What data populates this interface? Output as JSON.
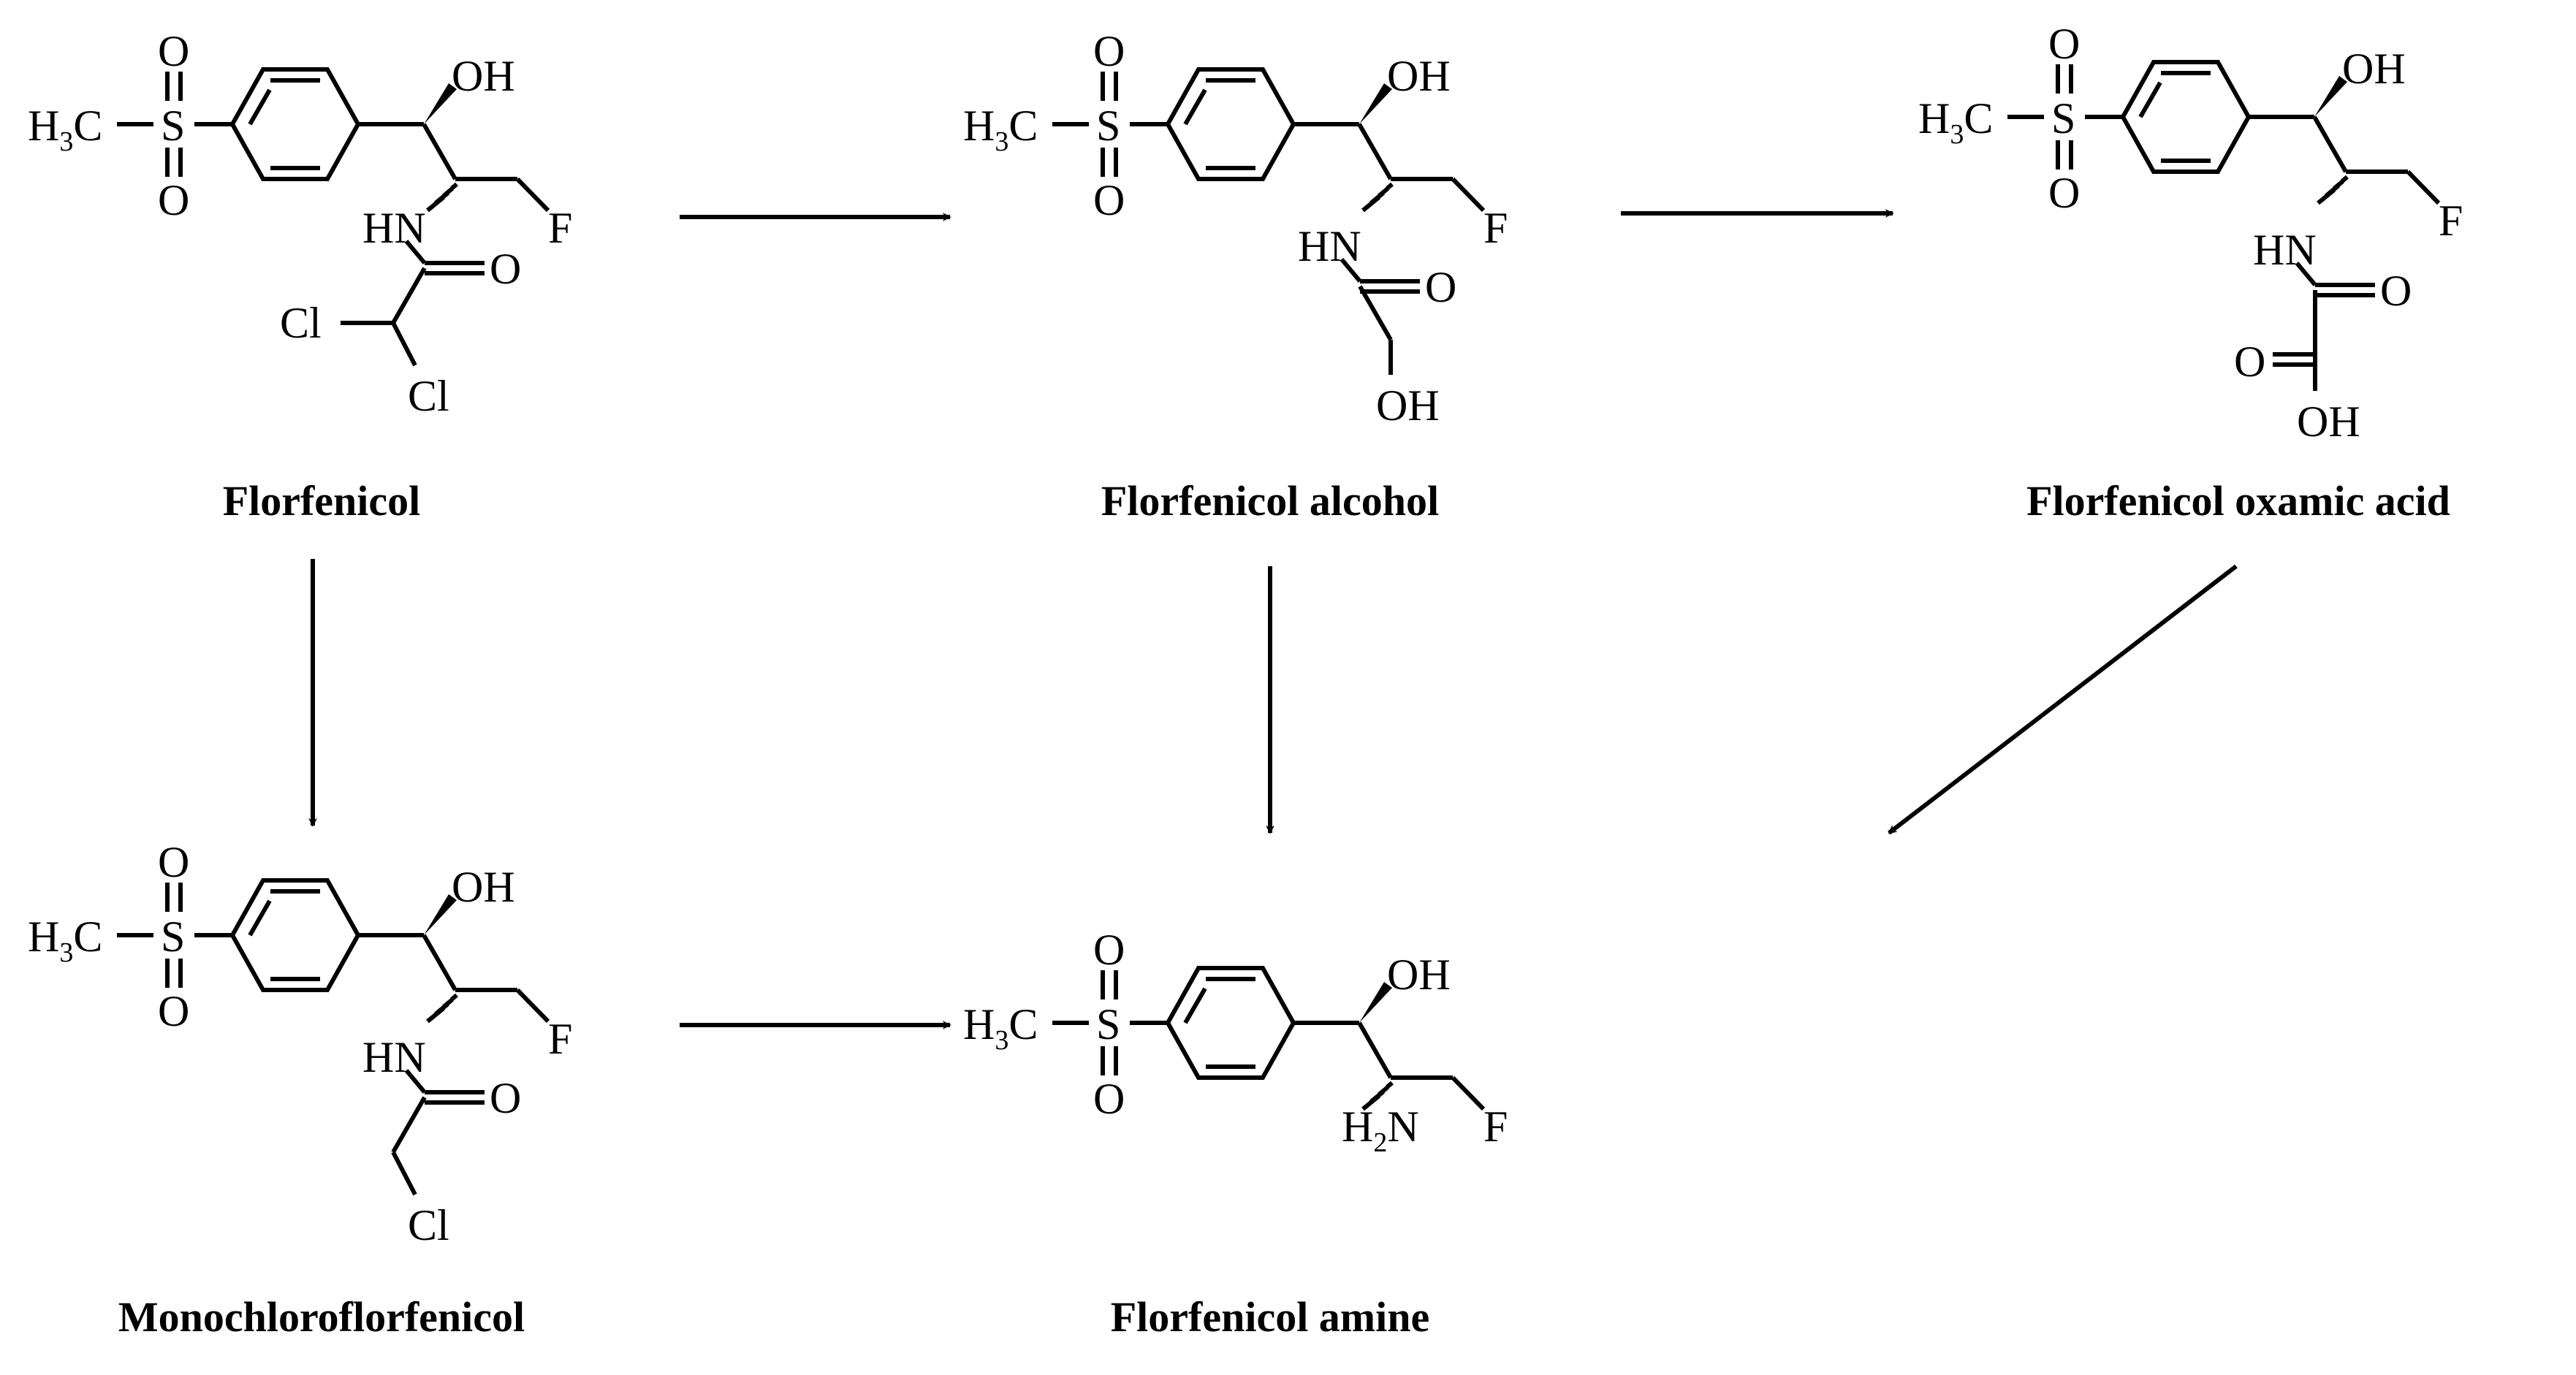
{
  "figure": {
    "line_color": "#000000",
    "background": "#ffffff"
  },
  "atoms": {
    "h3c_h": "H",
    "h3c_sub": "3",
    "h3c_c": "C",
    "s": "S",
    "o": "O",
    "oh": "OH",
    "f": "F",
    "hn": "HN",
    "cl": "Cl",
    "h2n_h": "H",
    "h2n_sub": "2",
    "h2n_n": "N"
  },
  "compounds": [
    {
      "id": "florfenicol",
      "name": "Florfenicol"
    },
    {
      "id": "florfenicol-alcohol",
      "name": "Florfenicol alcohol"
    },
    {
      "id": "florfenicol-oxamic-acid",
      "name": "Florfenicol oxamic acid"
    },
    {
      "id": "monochloroflorfenicol",
      "name": "Monochloroflorfenicol"
    },
    {
      "id": "florfenicol-amine",
      "name": "Florfenicol amine"
    }
  ],
  "arrows": [
    {
      "from": "Florfenicol",
      "to": "Florfenicol alcohol"
    },
    {
      "from": "Florfenicol alcohol",
      "to": "Florfenicol oxamic acid"
    },
    {
      "from": "Florfenicol",
      "to": "Monochloroflorfenicol"
    },
    {
      "from": "Florfenicol alcohol",
      "to": "Florfenicol amine"
    },
    {
      "from": "Florfenicol oxamic acid",
      "to": "Florfenicol amine"
    },
    {
      "from": "Monochloroflorfenicol",
      "to": "Florfenicol amine"
    }
  ]
}
